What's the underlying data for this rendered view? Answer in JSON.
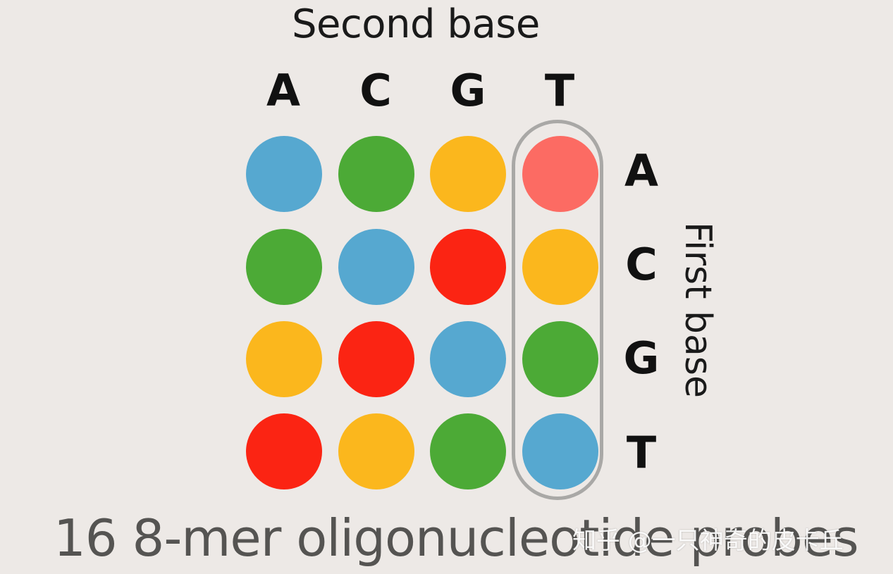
{
  "header": {
    "title": "Second base"
  },
  "columns": [
    "A",
    "C",
    "G",
    "T"
  ],
  "rows": [
    "A",
    "C",
    "G",
    "T"
  ],
  "side_label": "First base",
  "colors": {
    "A": "#56a8d0",
    "C": "#4caa36",
    "G": "#fbb71d",
    "T": "#fb2413",
    "highlight": "#fc6b63"
  },
  "grid": [
    [
      "A",
      "C",
      "G",
      "highlight"
    ],
    [
      "C",
      "A",
      "T",
      "G"
    ],
    [
      "G",
      "T",
      "A",
      "C"
    ],
    [
      "T",
      "G",
      "C",
      "A"
    ]
  ],
  "highlighted_column": "T",
  "caption": "16 8-mer oligonucleotide probes",
  "watermark": "知乎 @一只神奇的皮卡丘"
}
